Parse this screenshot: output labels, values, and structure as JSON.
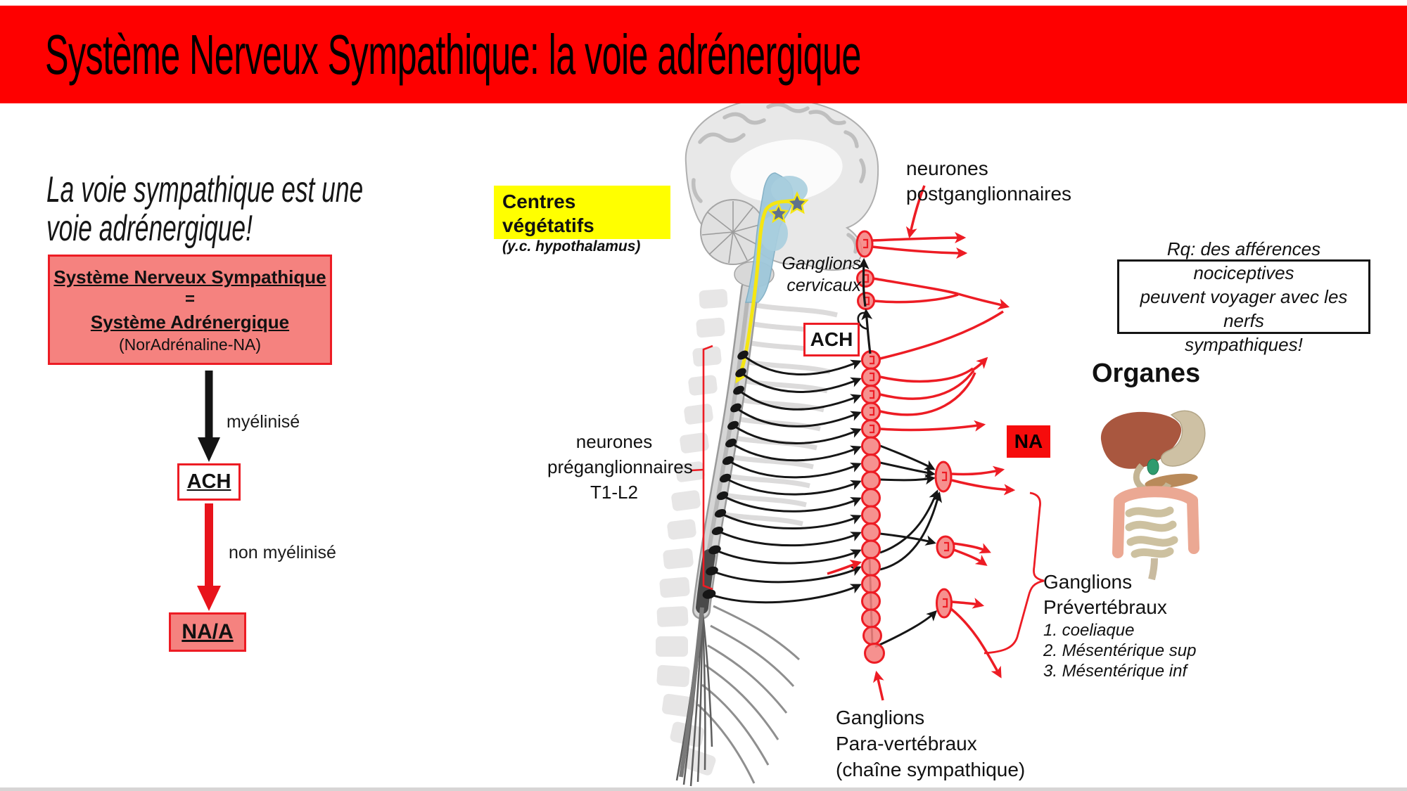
{
  "slide": {
    "title": "Système Nerveux Sympathique: la voie adrénergique"
  },
  "left_panel": {
    "statement_line1": "La voie sympathique est une",
    "statement_line2": "voie adrénergique!",
    "equivalence_box": {
      "line1": "Système Nerveux Sympathique",
      "equals": "=",
      "line2": "Système Adrénergique",
      "line3": "(NorAdrénaline-NA)"
    },
    "myelinated_label": "myélinisé",
    "ach_box_label": "ACH",
    "unmyelinated_label": "non myélinisé",
    "naa_box_label": "NA/A"
  },
  "diagram": {
    "centres_box": {
      "line1": "Centres végétatifs",
      "line2": "(y.c. hypothalamus)"
    },
    "postganglionic_label": {
      "line1": "neurones",
      "line2": "postganglionnaires"
    },
    "cervical_label": {
      "line1": "Ganglions",
      "line2": "cervicaux"
    },
    "ach_box_label": "ACH",
    "na_box_label": "NA",
    "preganglionic_label": {
      "line1": "neurones",
      "line2": "préganglionnaires",
      "line3": "T1-L2"
    },
    "paravertebral_label": {
      "line1": "Ganglions",
      "line2": "Para-vertébraux",
      "line3": "(chaîne sympathique)"
    },
    "prevertebral_label": {
      "line1": "Ganglions",
      "line2": "Prévertébraux",
      "items": [
        "1. coeliaque",
        "2. Mésentérique sup",
        "3. Mésentérique inf"
      ]
    }
  },
  "note_box": {
    "line1": "Rq: des afférences nociceptives",
    "line2": "peuvent voyager avec les nerfs",
    "line3": "sympathiques!"
  },
  "organs": {
    "heading": "Organes"
  },
  "colors": {
    "header_red": "#FE0000",
    "accent_red": "#ED1C24",
    "salmon_fill": "#F5827F",
    "na_box_red": "#F60C0C",
    "highlight_yellow": "#FFFF00",
    "pathway_yellow": "#F5E612"
  }
}
